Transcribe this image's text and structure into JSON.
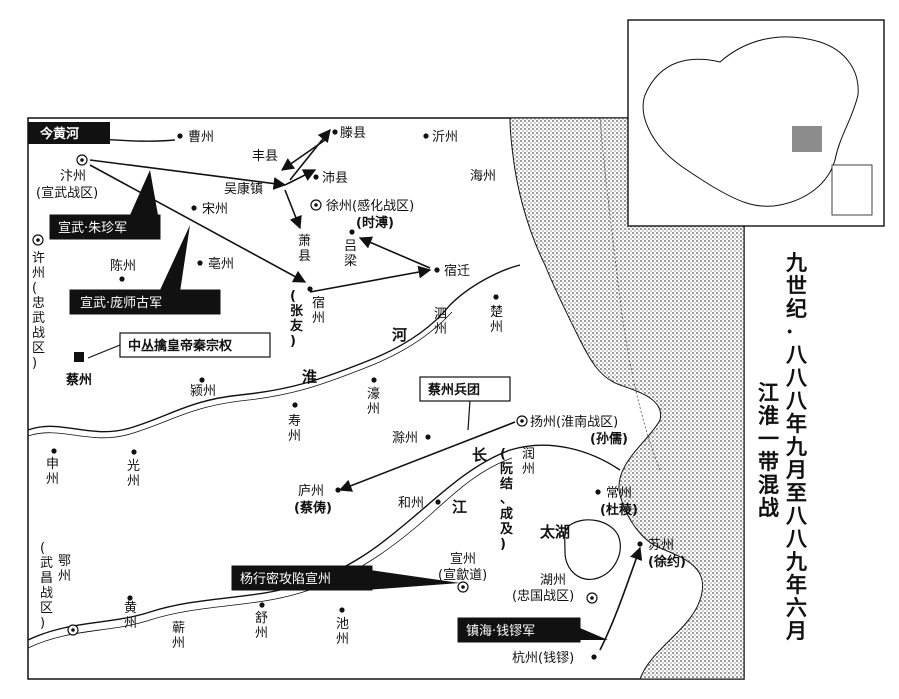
{
  "title": {
    "line1": "九世纪·八八八年九月至八八九年六月",
    "line2": "江淮一带混战"
  },
  "rivers": {
    "yellow": "今黄河",
    "huai": [
      "淮",
      "河"
    ],
    "yangtze": [
      "长",
      "江"
    ],
    "taihu": "太湖"
  },
  "places": {
    "caozhou": "曹州",
    "tengxian": "滕县",
    "yizhou": "沂州",
    "fengxian": "丰县",
    "peixian": "沛县",
    "wukangzhen": "吴康镇",
    "bianzhou": "汴州",
    "bianzhou_sub": "(宣武战区)",
    "xuzhou": "徐州(感化战区)",
    "shipu": "(时溥)",
    "haizhou": "海州",
    "songzhou": "宋州",
    "xiaoxian": "萧县",
    "lvliang": "吕梁",
    "xuzhou_left": "许州(忠武战区)",
    "chenzhou": "陈州",
    "bozhou": "亳州",
    "suqian": "宿迁",
    "suzhou": "宿州",
    "zhangyou": "(张友)",
    "sizhou": "泗州",
    "chuzhou": "楚州",
    "caizhou": "蔡州",
    "yingzhou": "颍州",
    "haozhou": "濠州",
    "shouzhou": "寿州",
    "yangzhou": "扬州(淮南战区)",
    "sunru": "(孙儒)",
    "chuzhou2": "滁州",
    "shenzhou": "申州",
    "guangzhou": "光州",
    "runzhou": "润州",
    "ruanjie": "(阮结、成及)",
    "changzhou": "常州",
    "duling": "(杜稜)",
    "luzhou": "庐州",
    "caichou": "(蔡俦)",
    "hezhou": "和州",
    "suzhou2": "苏州",
    "xuyue": "(徐约)",
    "xuanzhou": "宣州",
    "xuanshedao": "(宣歙道)",
    "huzhou": "湖州",
    "zhongguo": "(忠国战区)",
    "ezhou": "鄂州",
    "wuchang": "(武昌战区)",
    "huangzhou": "黄州",
    "qizhou": "蕲州",
    "shuzhou": "舒州",
    "chizhou": "池州",
    "hangzhou": "杭州(钱镠)"
  },
  "callouts": {
    "zhuzhen": "宣武·朱珍军",
    "pangshigu": "宣武·庞师古军",
    "qinzongquan": "中丛擒皇帝秦宗权",
    "caizhou_army": "蔡州兵团",
    "yangxingmi": "杨行密攻陷宣州",
    "zhenhai": "镇海·钱镠军"
  },
  "colors": {
    "ink": "#111111",
    "sea": "#bdbdbd",
    "paper": "#ffffff",
    "highlight": "#8c8c8c"
  }
}
